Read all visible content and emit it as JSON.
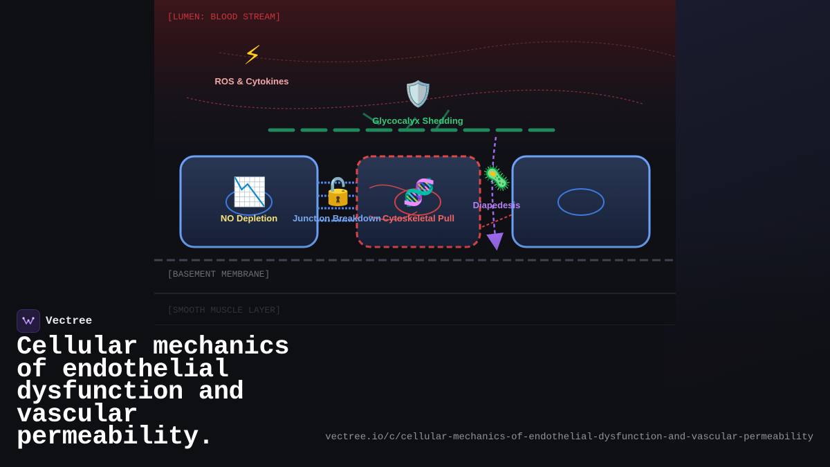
{
  "zones": {
    "lumen": "[LUMEN: BLOOD STREAM]",
    "basement": "[BASEMENT MEMBRANE]",
    "smooth_muscle": "[SMOOTH MUSCLE LAYER]"
  },
  "labels": {
    "ros": "ROS & Cytokines",
    "glycocalyx": "Glycocalyx Shedding",
    "no_depletion": "NO Depletion",
    "junction": "Junction Breakdown",
    "cytoskeletal": "Cytoskeletal Pull",
    "diapedesis": "Diapedesis"
  },
  "icons": {
    "ros": "⚡",
    "glycocalyx": "🛡️",
    "no_depletion": "📉",
    "junction": "🔓",
    "cytoskeletal": "🧬",
    "diapedesis": "🦠"
  },
  "colors": {
    "ros": "#f1a7a7",
    "glycocalyx": "#34c77b",
    "no_depletion": "#f5e27a",
    "junction": "#79a8f0",
    "cytoskeletal": "#ef6464",
    "diapedesis": "#b77ff2",
    "cell_border": "#6aa3f5",
    "stressed_cell_border": "#e04545"
  },
  "brand": {
    "name": "Vectree"
  },
  "title": "Cellular mechanics of endothelial dysfunction and vascular permeability.",
  "url": "vectree.io/c/cellular-mechanics-of-endothelial-dysfunction-and-vascular-permeability"
}
